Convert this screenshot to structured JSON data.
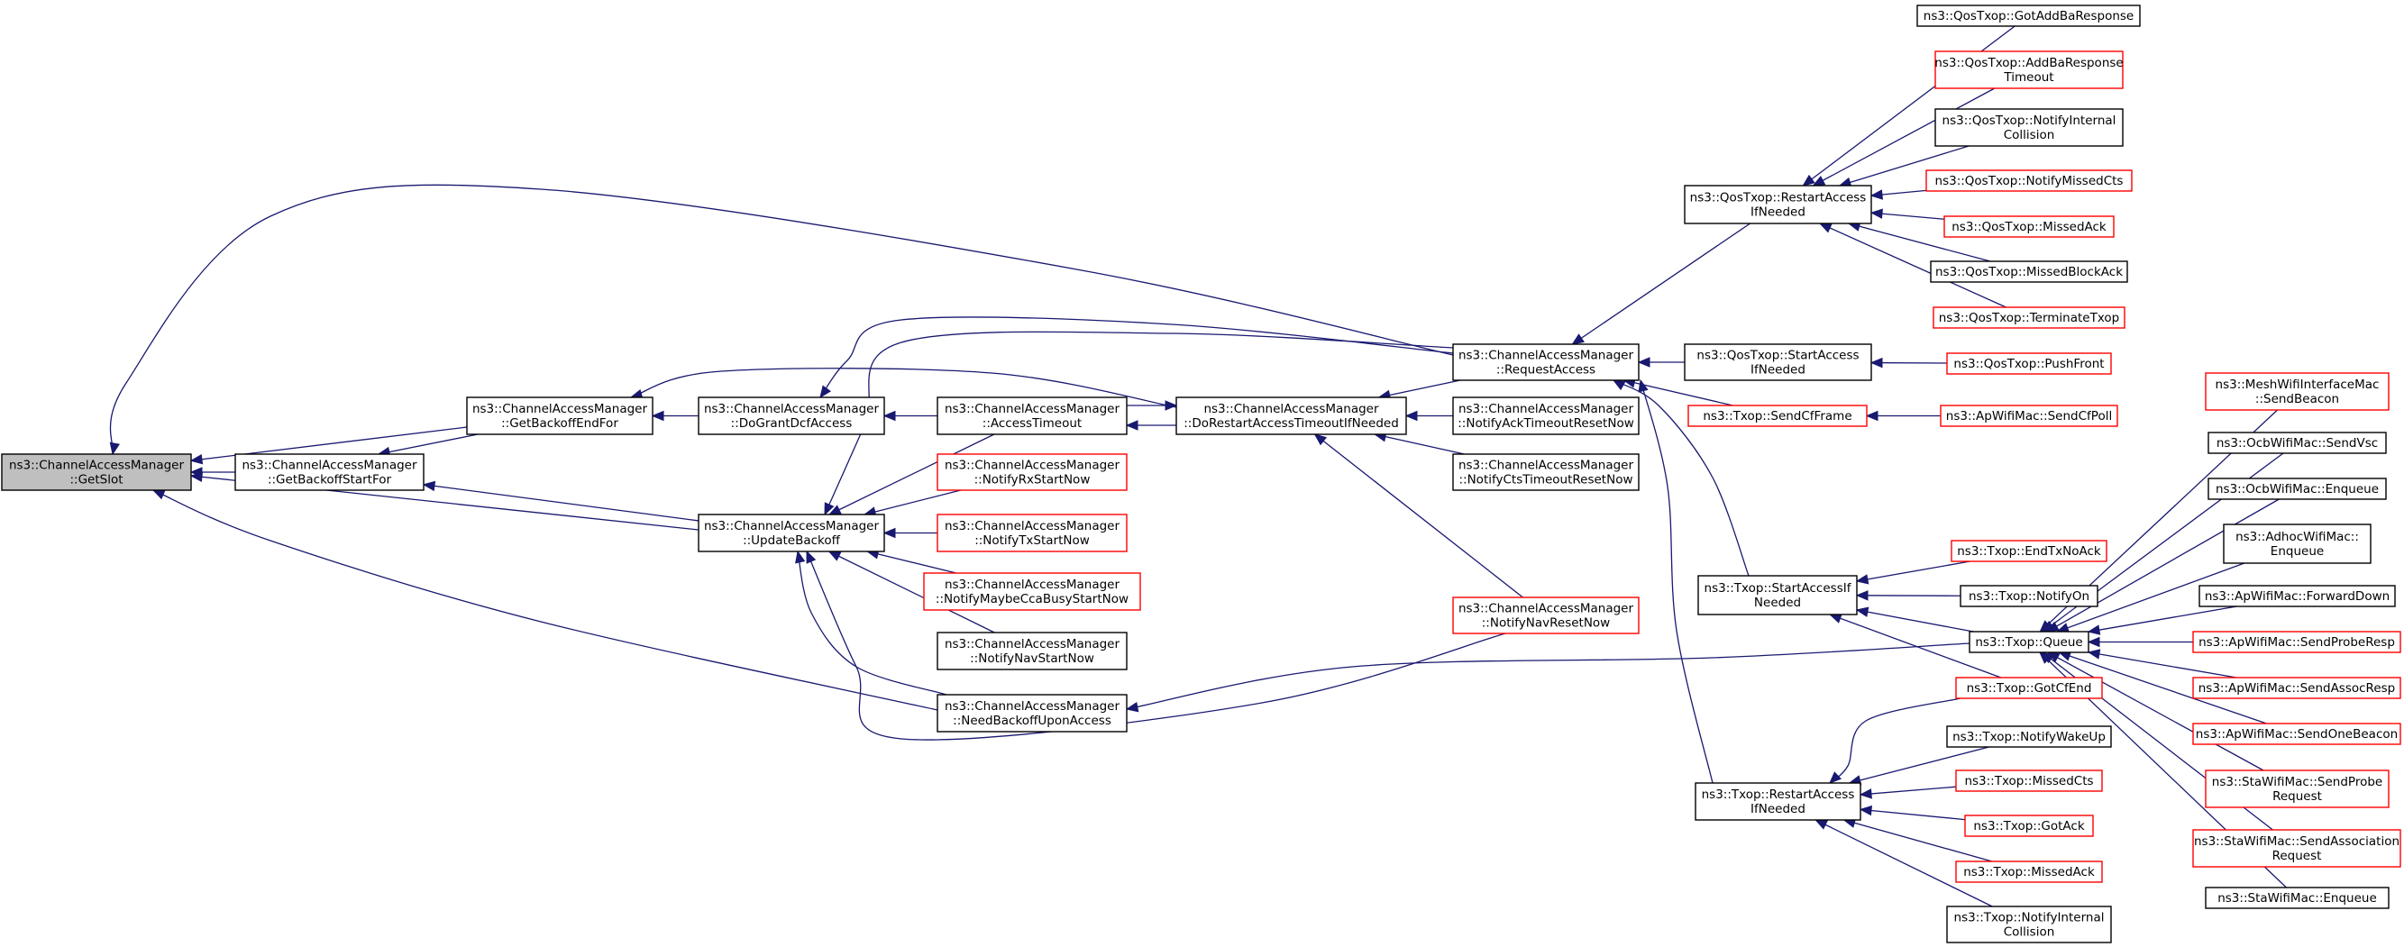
{
  "colors": {
    "edge": "#191970",
    "red_border": "#ff0000",
    "black_border": "#000000",
    "focus_fill": "#bfbfbf"
  },
  "nodes": [
    {
      "id": "getslot",
      "lines": [
        "ns3::ChannelAccessManager",
        "::GetSlot"
      ],
      "style": "focus"
    },
    {
      "id": "getbackoffendfor",
      "lines": [
        "ns3::ChannelAccessManager",
        "::GetBackoffEndFor"
      ],
      "style": "black"
    },
    {
      "id": "getbackoffstartfor",
      "lines": [
        "ns3::ChannelAccessManager",
        "::GetBackoffStartFor"
      ],
      "style": "black"
    },
    {
      "id": "dograntdcfaccess",
      "lines": [
        "ns3::ChannelAccessManager",
        "::DoGrantDcfAccess"
      ],
      "style": "black"
    },
    {
      "id": "updatebackoff",
      "lines": [
        "ns3::ChannelAccessManager",
        "::UpdateBackoff"
      ],
      "style": "black"
    },
    {
      "id": "needbackoffuponaccess",
      "lines": [
        "ns3::ChannelAccessManager",
        "::NeedBackoffUponAccess"
      ],
      "style": "black"
    },
    {
      "id": "accesstimeout",
      "lines": [
        "ns3::ChannelAccessManager",
        "::AccessTimeout"
      ],
      "style": "black"
    },
    {
      "id": "notifyrxstartnow",
      "lines": [
        "ns3::ChannelAccessManager",
        "::NotifyRxStartNow"
      ],
      "style": "red"
    },
    {
      "id": "notifytxstartnow",
      "lines": [
        "ns3::ChannelAccessManager",
        "::NotifyTxStartNow"
      ],
      "style": "red"
    },
    {
      "id": "notifymaybeccabusystartnow",
      "lines": [
        "ns3::ChannelAccessManager",
        "::NotifyMaybeCcaBusyStartNow"
      ],
      "style": "red"
    },
    {
      "id": "notifynavstartnow",
      "lines": [
        "ns3::ChannelAccessManager",
        "::NotifyNavStartNow"
      ],
      "style": "black"
    },
    {
      "id": "dorestartaccesstimeoutifneeded",
      "lines": [
        "ns3::ChannelAccessManager",
        "::DoRestartAccessTimeoutIfNeeded"
      ],
      "style": "black"
    },
    {
      "id": "requestaccess",
      "lines": [
        "ns3::ChannelAccessManager",
        "::RequestAccess"
      ],
      "style": "black"
    },
    {
      "id": "notifyacktimeoutresetnow",
      "lines": [
        "ns3::ChannelAccessManager",
        "::NotifyAckTimeoutResetNow"
      ],
      "style": "black"
    },
    {
      "id": "notifyctstimeoutresetnow",
      "lines": [
        "ns3::ChannelAccessManager",
        "::NotifyCtsTimeoutResetNow"
      ],
      "style": "black"
    },
    {
      "id": "notifynavresetnow",
      "lines": [
        "ns3::ChannelAccessManager",
        "::NotifyNavResetNow"
      ],
      "style": "red"
    },
    {
      "id": "qos_restartaccessifneeded",
      "lines": [
        "ns3::QosTxop::RestartAccess",
        "IfNeeded"
      ],
      "style": "black"
    },
    {
      "id": "qos_startaccessifneeded",
      "lines": [
        "ns3::QosTxop::StartAccess",
        "IfNeeded"
      ],
      "style": "black"
    },
    {
      "id": "txop_sendcfframe",
      "lines": [
        "ns3::Txop::SendCfFrame"
      ],
      "style": "red"
    },
    {
      "id": "txop_startaccessifneeded",
      "lines": [
        "ns3::Txop::StartAccessIf",
        "Needed"
      ],
      "style": "black"
    },
    {
      "id": "txop_restartaccessifneeded",
      "lines": [
        "ns3::Txop::RestartAccess",
        "IfNeeded"
      ],
      "style": "black"
    },
    {
      "id": "qos_gotaddbaresponse",
      "lines": [
        "ns3::QosTxop::GotAddBaResponse"
      ],
      "style": "black"
    },
    {
      "id": "qos_addbaresponsetimeout",
      "lines": [
        "ns3::QosTxop::AddBaResponse",
        "Timeout"
      ],
      "style": "red"
    },
    {
      "id": "qos_notifyinternalcollision",
      "lines": [
        "ns3::QosTxop::NotifyInternal",
        "Collision"
      ],
      "style": "black"
    },
    {
      "id": "qos_notifymissedcts",
      "lines": [
        "ns3::QosTxop::NotifyMissedCts"
      ],
      "style": "red"
    },
    {
      "id": "qos_missedack",
      "lines": [
        "ns3::QosTxop::MissedAck"
      ],
      "style": "red"
    },
    {
      "id": "qos_missedblockack",
      "lines": [
        "ns3::QosTxop::MissedBlockAck"
      ],
      "style": "black"
    },
    {
      "id": "qos_terminatetxop",
      "lines": [
        "ns3::QosTxop::TerminateTxop"
      ],
      "style": "red"
    },
    {
      "id": "qos_pushfront",
      "lines": [
        "ns3::QosTxop::PushFront"
      ],
      "style": "red"
    },
    {
      "id": "ap_sendcfpoll",
      "lines": [
        "ns3::ApWifiMac::SendCfPoll"
      ],
      "style": "red"
    },
    {
      "id": "txop_endtxnoack",
      "lines": [
        "ns3::Txop::EndTxNoAck"
      ],
      "style": "red"
    },
    {
      "id": "txop_notifyon",
      "lines": [
        "ns3::Txop::NotifyOn"
      ],
      "style": "black"
    },
    {
      "id": "txop_queue",
      "lines": [
        "ns3::Txop::Queue"
      ],
      "style": "black"
    },
    {
      "id": "txop_gotcfend",
      "lines": [
        "ns3::Txop::GotCfEnd"
      ],
      "style": "red"
    },
    {
      "id": "txop_notifywakeup",
      "lines": [
        "ns3::Txop::NotifyWakeUp"
      ],
      "style": "black"
    },
    {
      "id": "txop_missedcts",
      "lines": [
        "ns3::Txop::MissedCts"
      ],
      "style": "red"
    },
    {
      "id": "txop_gotack",
      "lines": [
        "ns3::Txop::GotAck"
      ],
      "style": "red"
    },
    {
      "id": "txop_missedack",
      "lines": [
        "ns3::Txop::MissedAck"
      ],
      "style": "red"
    },
    {
      "id": "txop_notifyinternalcollision",
      "lines": [
        "ns3::Txop::NotifyInternal",
        "Collision"
      ],
      "style": "black"
    },
    {
      "id": "mesh_sendbeacon",
      "lines": [
        "ns3::MeshWifiInterfaceMac",
        "::SendBeacon"
      ],
      "style": "red"
    },
    {
      "id": "ocb_sendvsc",
      "lines": [
        "ns3::OcbWifiMac::SendVsc"
      ],
      "style": "black"
    },
    {
      "id": "ocb_enqueue",
      "lines": [
        "ns3::OcbWifiMac::Enqueue"
      ],
      "style": "black"
    },
    {
      "id": "adhoc_enqueue",
      "lines": [
        "ns3::AdhocWifiMac::",
        "Enqueue"
      ],
      "style": "black"
    },
    {
      "id": "ap_forwarddown",
      "lines": [
        "ns3::ApWifiMac::ForwardDown"
      ],
      "style": "black"
    },
    {
      "id": "ap_sendproberesp",
      "lines": [
        "ns3::ApWifiMac::SendProbeResp"
      ],
      "style": "red"
    },
    {
      "id": "ap_sendassocresp",
      "lines": [
        "ns3::ApWifiMac::SendAssocResp"
      ],
      "style": "red"
    },
    {
      "id": "ap_sendonebeacon",
      "lines": [
        "ns3::ApWifiMac::SendOneBeacon"
      ],
      "style": "red"
    },
    {
      "id": "sta_sendprobe",
      "lines": [
        "ns3::StaWifiMac::SendProbe",
        "Request"
      ],
      "style": "red"
    },
    {
      "id": "sta_sendassociation",
      "lines": [
        "ns3::StaWifiMac::SendAssociation",
        "Request"
      ],
      "style": "red"
    },
    {
      "id": "sta_enqueue",
      "lines": [
        "ns3::StaWifiMac::Enqueue"
      ],
      "style": "black"
    }
  ],
  "edges": [
    [
      "getbackoffendfor",
      "getslot"
    ],
    [
      "getbackoffstartfor",
      "getslot"
    ],
    [
      "updatebackoff",
      "getslot"
    ],
    [
      "needbackoffuponaccess",
      "getslot"
    ],
    [
      "requestaccess",
      "getslot"
    ],
    [
      "dograntdcfaccess",
      "getbackoffendfor"
    ],
    [
      "dorestartaccesstimeoutifneeded",
      "getbackoffendfor"
    ],
    [
      "updatebackoff",
      "getbackoffstartfor"
    ],
    [
      "getbackoffendfor",
      "getbackoffstartfor"
    ],
    [
      "accesstimeout",
      "dograntdcfaccess"
    ],
    [
      "requestaccess",
      "dograntdcfaccess"
    ],
    [
      "dorestartaccesstimeoutifneeded",
      "accesstimeout"
    ],
    [
      "accesstimeout",
      "dorestartaccesstimeoutifneeded"
    ],
    [
      "accesstimeout",
      "updatebackoff"
    ],
    [
      "notifyrxstartnow",
      "updatebackoff"
    ],
    [
      "notifytxstartnow",
      "updatebackoff"
    ],
    [
      "notifymaybeccabusystartnow",
      "updatebackoff"
    ],
    [
      "notifynavstartnow",
      "updatebackoff"
    ],
    [
      "requestaccess",
      "updatebackoff"
    ],
    [
      "notifynavresetnow",
      "updatebackoff"
    ],
    [
      "needbackoffuponaccess",
      "updatebackoff"
    ],
    [
      "requestaccess",
      "dorestartaccesstimeoutifneeded"
    ],
    [
      "notifyacktimeoutresetnow",
      "dorestartaccesstimeoutifneeded"
    ],
    [
      "notifyctstimeoutresetnow",
      "dorestartaccesstimeoutifneeded"
    ],
    [
      "notifynavresetnow",
      "dorestartaccesstimeoutifneeded"
    ],
    [
      "txop_queue",
      "needbackoffuponaccess"
    ],
    [
      "qos_restartaccessifneeded",
      "requestaccess"
    ],
    [
      "qos_startaccessifneeded",
      "requestaccess"
    ],
    [
      "txop_sendcfframe",
      "requestaccess"
    ],
    [
      "txop_startaccessifneeded",
      "requestaccess"
    ],
    [
      "txop_restartaccessifneeded",
      "requestaccess"
    ],
    [
      "qos_gotaddbaresponse",
      "qos_restartaccessifneeded"
    ],
    [
      "qos_addbaresponsetimeout",
      "qos_restartaccessifneeded"
    ],
    [
      "qos_notifyinternalcollision",
      "qos_restartaccessifneeded"
    ],
    [
      "qos_notifymissedcts",
      "qos_restartaccessifneeded"
    ],
    [
      "qos_missedack",
      "qos_restartaccessifneeded"
    ],
    [
      "qos_missedblockack",
      "qos_restartaccessifneeded"
    ],
    [
      "qos_terminatetxop",
      "qos_restartaccessifneeded"
    ],
    [
      "qos_pushfront",
      "qos_startaccessifneeded"
    ],
    [
      "ap_sendcfpoll",
      "txop_sendcfframe"
    ],
    [
      "txop_endtxnoack",
      "txop_startaccessifneeded"
    ],
    [
      "txop_notifyon",
      "txop_startaccessifneeded"
    ],
    [
      "txop_queue",
      "txop_startaccessifneeded"
    ],
    [
      "txop_gotcfend",
      "txop_startaccessifneeded"
    ],
    [
      "txop_gotcfend",
      "txop_restartaccessifneeded"
    ],
    [
      "txop_notifywakeup",
      "txop_restartaccessifneeded"
    ],
    [
      "txop_missedcts",
      "txop_restartaccessifneeded"
    ],
    [
      "txop_gotack",
      "txop_restartaccessifneeded"
    ],
    [
      "txop_missedack",
      "txop_restartaccessifneeded"
    ],
    [
      "txop_notifyinternalcollision",
      "txop_restartaccessifneeded"
    ],
    [
      "mesh_sendbeacon",
      "txop_queue"
    ],
    [
      "ocb_sendvsc",
      "txop_queue"
    ],
    [
      "ocb_enqueue",
      "txop_queue"
    ],
    [
      "adhoc_enqueue",
      "txop_queue"
    ],
    [
      "ap_forwarddown",
      "txop_queue"
    ],
    [
      "ap_sendproberesp",
      "txop_queue"
    ],
    [
      "ap_sendassocresp",
      "txop_queue"
    ],
    [
      "ap_sendonebeacon",
      "txop_queue"
    ],
    [
      "sta_sendprobe",
      "txop_queue"
    ],
    [
      "sta_sendassociation",
      "txop_queue"
    ],
    [
      "sta_enqueue",
      "txop_queue"
    ]
  ]
}
